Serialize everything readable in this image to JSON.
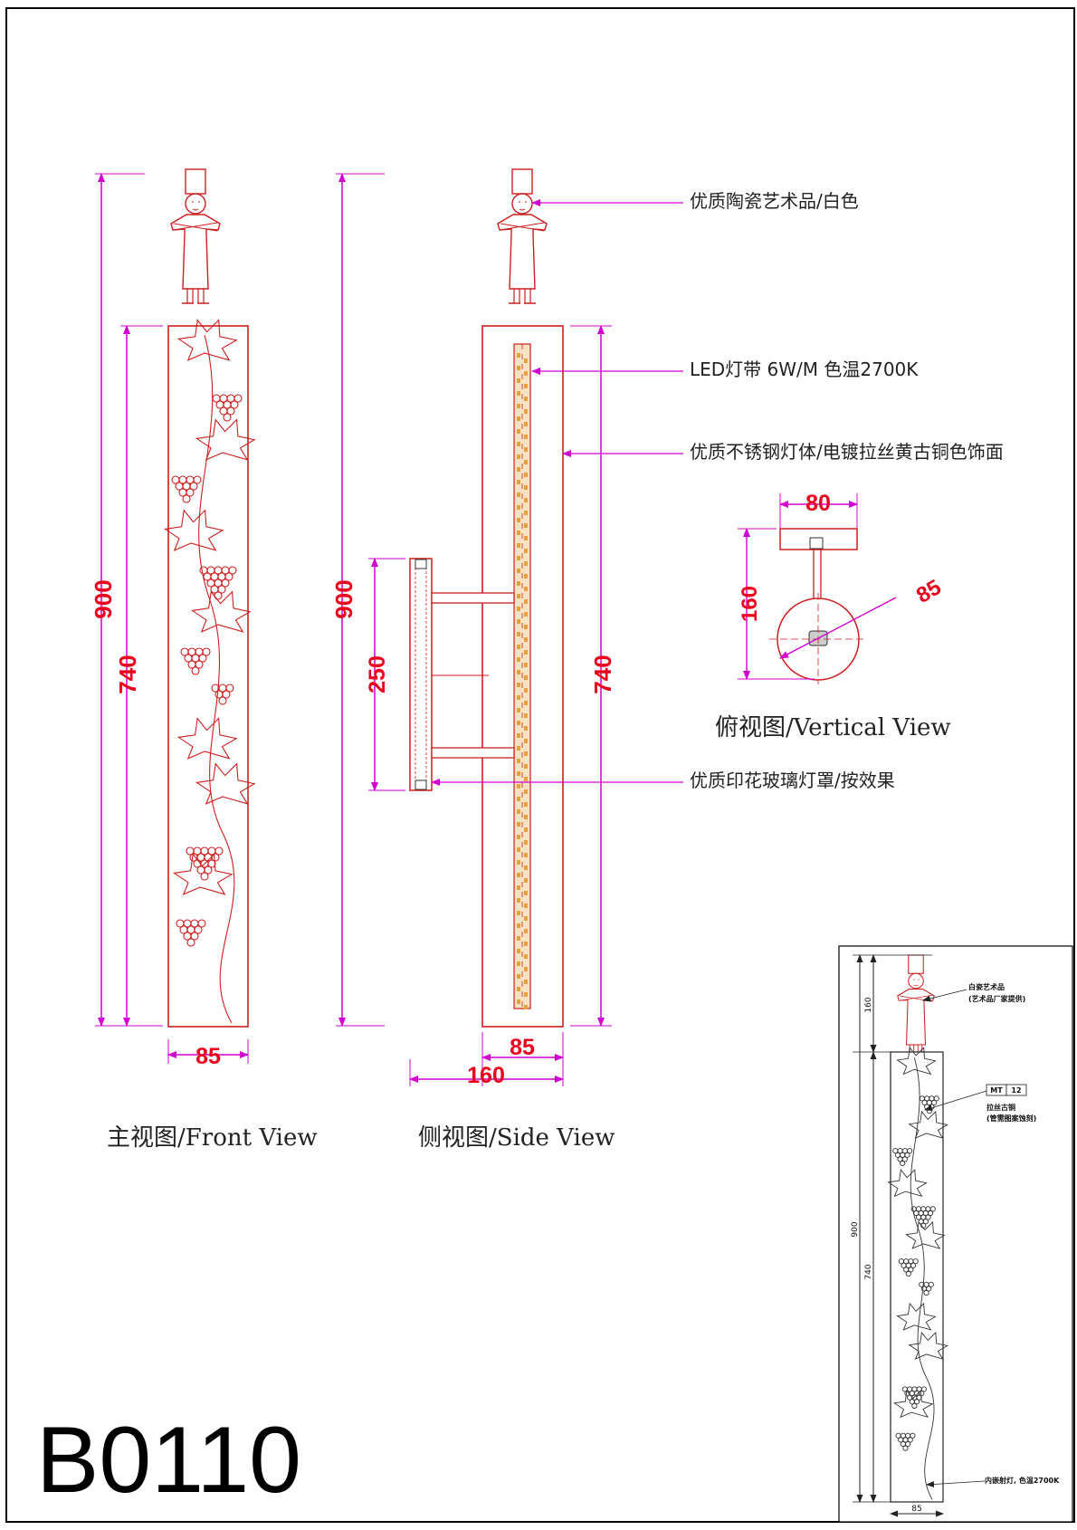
{
  "drawing": {
    "code": "B0110",
    "colors": {
      "outline": "#cc1f1f",
      "dimension": "#d100d1",
      "dimension_text": "#e8001c",
      "led": "#e8a040"
    }
  },
  "front_view": {
    "caption": "主视图/Front View",
    "dims": {
      "total_height": "900",
      "body_height": "740",
      "width": "85"
    }
  },
  "side_view": {
    "caption": "侧视图/Side View",
    "dims": {
      "total_height": "900",
      "shade_height": "250",
      "body_height": "740",
      "width": "85",
      "depth": "160"
    }
  },
  "vertical_view": {
    "caption": "俯视图/Vertical View",
    "dims": {
      "plate_width": "80",
      "depth": "160",
      "diameter": "85"
    }
  },
  "callouts": [
    "优质陶瓷艺术品/白色",
    "LED灯带 6W/M 色温2700K",
    "优质不锈钢灯体/电镀拉丝黄古铜色饰面",
    "优质印花玻璃灯罩/按效果"
  ],
  "reference": {
    "note_art": "白瓷艺术品",
    "note_art_sub": "(艺术品厂家提供)",
    "material_code": "MT",
    "material_num": "12",
    "note_material": "拉丝古铜",
    "note_material_sub": "(管需图案蚀刻)",
    "note_light": "内嵌射灯, 色温2700K",
    "dims": {
      "top": "160",
      "total": "900",
      "body": "740",
      "width": "85"
    }
  }
}
